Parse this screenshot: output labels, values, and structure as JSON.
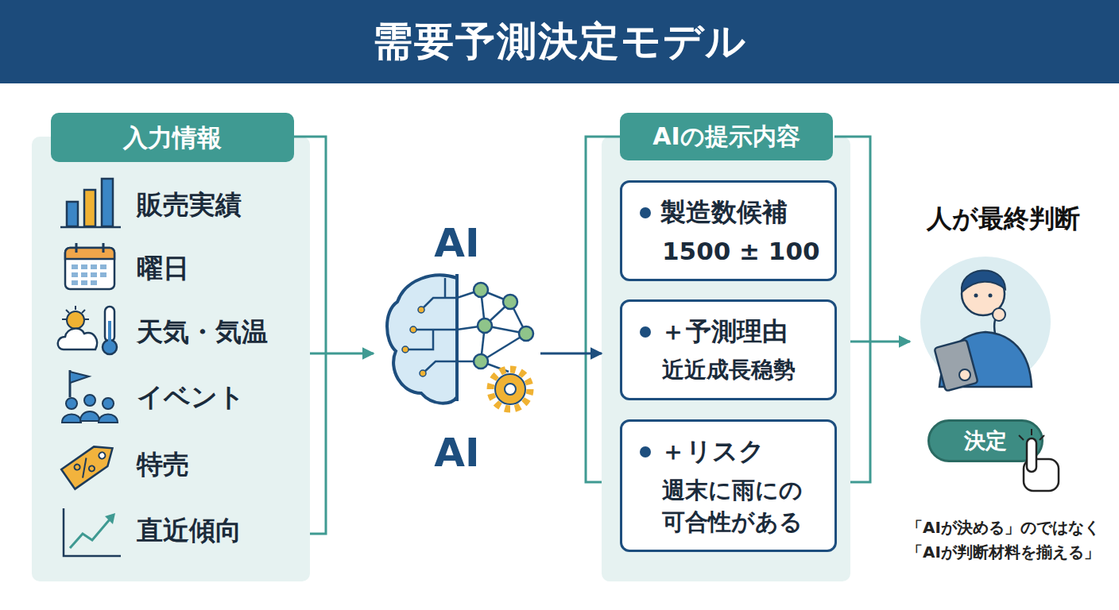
{
  "diagram": {
    "title": "需要予測決定モデル",
    "nodes": [
      {
        "text": [
          "入力情報",
          "販売実績",
          "曜日",
          "天気・気温",
          "イベント",
          "特売",
          "直近傾向"
        ]
      },
      {
        "text": [
          "AI",
          "AI"
        ]
      },
      {
        "text": [
          "AIの提示内容"
        ]
      },
      {
        "text": [
          "製造数候補",
          "1500 ± 100"
        ],
        "in": 2
      },
      {
        "text": [
          "＋予測理由",
          "近近成長稳勢"
        ],
        "in": 2
      },
      {
        "text": [
          "＋リスク",
          "週末に雨にの可合性がある"
        ],
        "in": 2
      },
      {
        "text": [
          "人が最終判断"
        ]
      },
      {
        "text": [
          "決定"
        ],
        "in": 6
      }
    ],
    "edges": [
      {
        "from": 0,
        "to": 1,
        "arrow": "to"
      },
      {
        "from": 1,
        "to": 2,
        "arrow": "to"
      },
      {
        "from": 2,
        "to": 6,
        "arrow": "to"
      }
    ],
    "labels": [
      "「AIが決める」のではなく",
      "「AIが判断材料を揃える」"
    ]
  }
}
